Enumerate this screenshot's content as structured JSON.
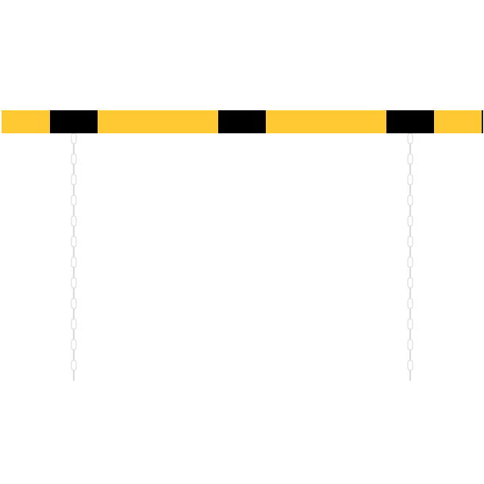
{
  "colors": {
    "stripe_yellow": "#FFC933",
    "stripe_black": "#000000",
    "chain": "#D8D8D8",
    "background": "#FFFFFF"
  },
  "barrier": {
    "stripe_pattern": [
      "yellow",
      "black",
      "yellow",
      "black",
      "yellow",
      "black",
      "yellow"
    ],
    "chain_count": 2
  }
}
